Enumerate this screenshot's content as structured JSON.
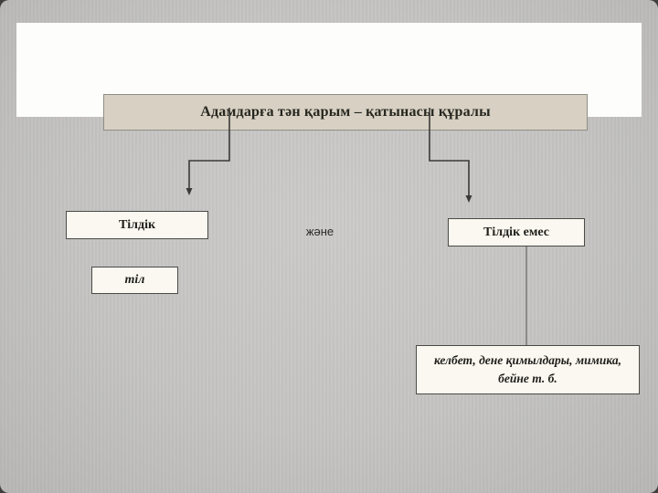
{
  "slide": {
    "title": "Адамдарға тән қарым – қатынасы құралы",
    "and_word": "және",
    "nodes": {
      "left": "Тілдік",
      "right": "Тілдік емес",
      "left_child": "тіл",
      "right_child": "келбет, дене қимылдары, мимика, бейне т. б."
    },
    "colors": {
      "background": "#c5c4c3",
      "band": "#fdfdfc",
      "title_fill": "#d8d1c3",
      "title_border": "#8f8e85",
      "node_fill": "#fbf8f1",
      "node_border": "#4a4a45",
      "connector": "#3a3a38",
      "text": "#1e1e1a"
    }
  }
}
